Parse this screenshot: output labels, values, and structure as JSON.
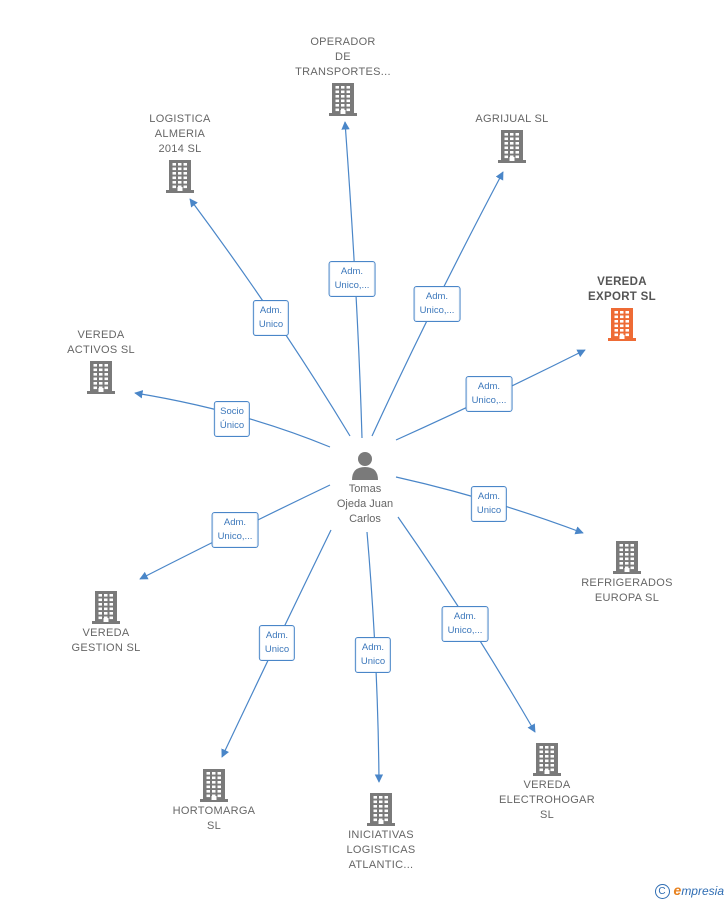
{
  "colors": {
    "edge": "#4a86c8",
    "building": "#7a7a7a",
    "building_highlight": "#ee6b35"
  },
  "center": {
    "label": "Tomas\nOjeda Juan\nCarlos",
    "icon": "person-icon"
  },
  "nodes": [
    {
      "id": "operador",
      "label": "OPERADOR\nDE\nTRANSPORTES...",
      "highlight": false
    },
    {
      "id": "logistica",
      "label": "LOGISTICA\nALMERIA\n2014  SL",
      "highlight": false
    },
    {
      "id": "agrijual",
      "label": "AGRIJUAL  SL",
      "highlight": false
    },
    {
      "id": "vereda_export",
      "label": "VEREDA\nEXPORT  SL",
      "highlight": true
    },
    {
      "id": "vereda_activos",
      "label": "VEREDA\nACTIVOS  SL",
      "highlight": false
    },
    {
      "id": "refrigerados",
      "label": "REFRIGERADOS\nEUROPA  SL",
      "highlight": false
    },
    {
      "id": "vereda_gestion",
      "label": "VEREDA\nGESTION  SL",
      "highlight": false
    },
    {
      "id": "hortomarga",
      "label": "HORTOMARGA\nSL",
      "highlight": false
    },
    {
      "id": "iniciativas",
      "label": "INICIATIVAS\nLOGISTICAS\nATLANTIC...",
      "highlight": false
    },
    {
      "id": "electrohogar",
      "label": "VEREDA\nELECTROHOGAR\nSL",
      "highlight": false
    }
  ],
  "edges": [
    {
      "to": "operador",
      "label": "Adm.\nUnico,..."
    },
    {
      "to": "logistica",
      "label": "Adm.\nUnico"
    },
    {
      "to": "agrijual",
      "label": "Adm.\nUnico,..."
    },
    {
      "to": "vereda_export",
      "label": "Adm.\nUnico,..."
    },
    {
      "to": "vereda_activos",
      "label": "Socio\nÚnico"
    },
    {
      "to": "refrigerados",
      "label": "Adm.\nUnico"
    },
    {
      "to": "vereda_gestion",
      "label": "Adm.\nUnico,..."
    },
    {
      "to": "hortomarga",
      "label": "Adm.\nUnico"
    },
    {
      "to": "iniciativas",
      "label": "Adm.\nUnico"
    },
    {
      "to": "electrohogar",
      "label": "Adm.\nUnico,..."
    }
  ],
  "footer": {
    "copyright_symbol": "C",
    "brand_initial": "e",
    "brand_rest": "mpresia"
  }
}
